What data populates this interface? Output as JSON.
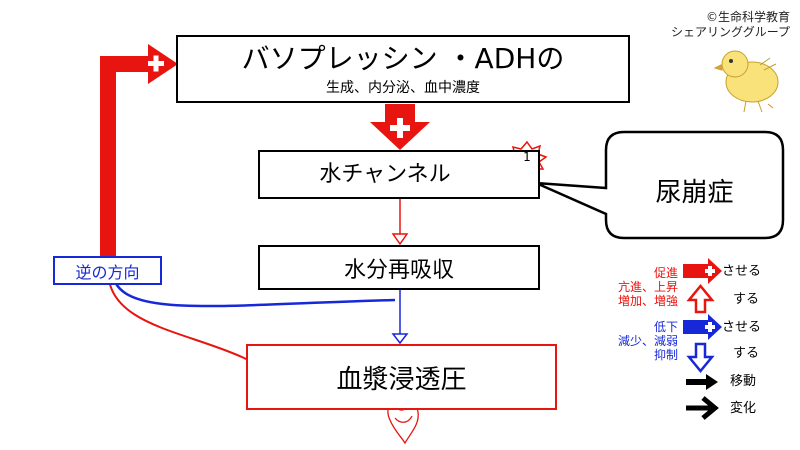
{
  "copyright": {
    "line1": "©生命科学教育",
    "line2": "シェアリンググループ"
  },
  "top_box": {
    "title": "バソプレッシン ・ADHの",
    "subtitle": "生成、内分泌、血中濃度"
  },
  "water_channel": {
    "label": "水チャンネル",
    "badge": "1"
  },
  "callout": {
    "label": "尿崩症"
  },
  "reabsorption": {
    "label": "水分再吸収"
  },
  "plasma": {
    "label": "血漿浸透圧"
  },
  "reverse": {
    "label": "逆の方向"
  },
  "legend": {
    "promote": {
      "lines": [
        "促進",
        "亢進、上昇",
        "増加、増強"
      ],
      "cause": "させる",
      "self": "する"
    },
    "reduce": {
      "lines": [
        "低下",
        "減少、減弱",
        "抑制"
      ],
      "cause": "させる",
      "self": "する"
    },
    "move": "移動",
    "change": "変化"
  },
  "colors": {
    "red": "#e8140f",
    "blue": "#1728d8",
    "black": "#000000"
  }
}
